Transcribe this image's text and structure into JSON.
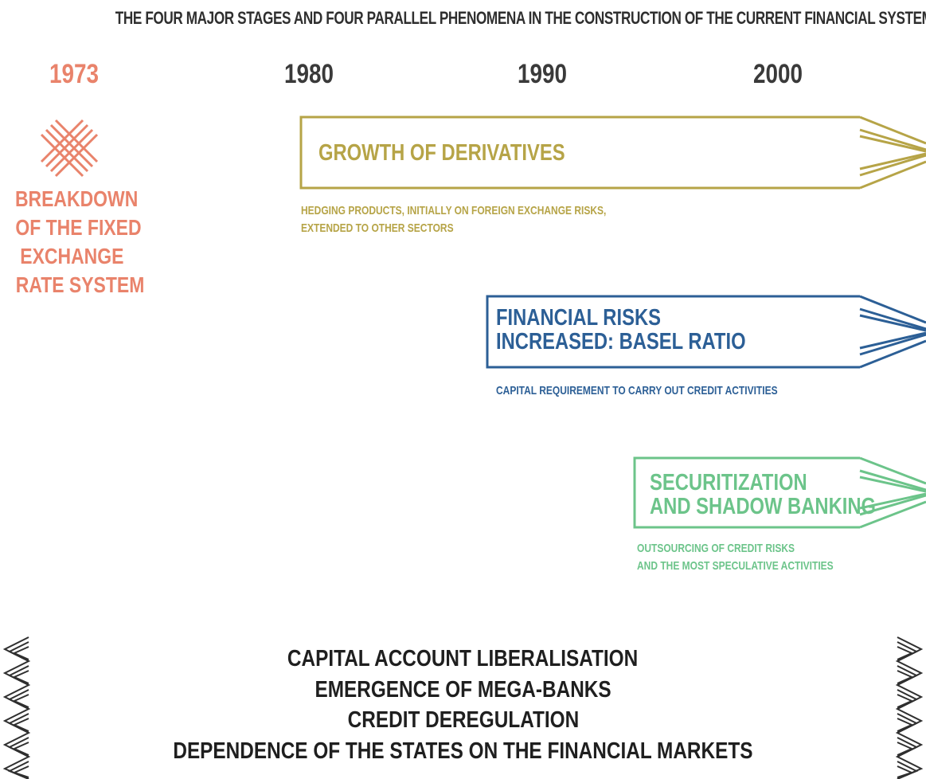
{
  "title": "THE FOUR MAJOR STAGES AND FOUR PARALLEL PHENOMENA IN THE CONSTRUCTION OF THE CURRENT FINANCIAL SYSTEM",
  "years": [
    "1973",
    "1980",
    "1990",
    "2000"
  ],
  "breakdown": {
    "lines": [
      "BREAKDOWN",
      "OF THE FIXED",
      "EXCHANGE",
      "RATE SYSTEM"
    ],
    "icon": "crossed-lines-icon",
    "color": "#e9836b"
  },
  "stages": [
    {
      "title_lines": [
        "GROWTH OF DERIVATIVES"
      ],
      "sub_lines": [
        "HEDGING PRODUCTS, INITIALLY ON FOREIGN EXCHANGE RISKS,",
        "EXTENDED TO OTHER SECTORS"
      ],
      "color": "#b6a447"
    },
    {
      "title_lines": [
        "FINANCIAL RISKS",
        "INCREASED: BASEL RATIO"
      ],
      "sub_lines": [
        "CAPITAL REQUIREMENT TO CARRY OUT CREDIT ACTIVITIES"
      ],
      "color": "#2c5f96"
    },
    {
      "title_lines": [
        "SECURITIZATION",
        "AND SHADOW BANKING"
      ],
      "sub_lines": [
        "OUTSOURCING OF CREDIT RISKS",
        "AND THE MOST SPECULATIVE ACTIVITIES"
      ],
      "color": "#6cc48a"
    }
  ],
  "phenomena": [
    "CAPITAL ACCOUNT LIBERALISATION",
    "EMERGENCE OF MEGA-BANKS",
    "CREDIT DEREGULATION",
    "DEPENDENCE OF THE STATES ON THE FINANCIAL MARKETS"
  ],
  "decor_icons": [
    "zigzag-left-icon",
    "zigzag-right-icon"
  ]
}
